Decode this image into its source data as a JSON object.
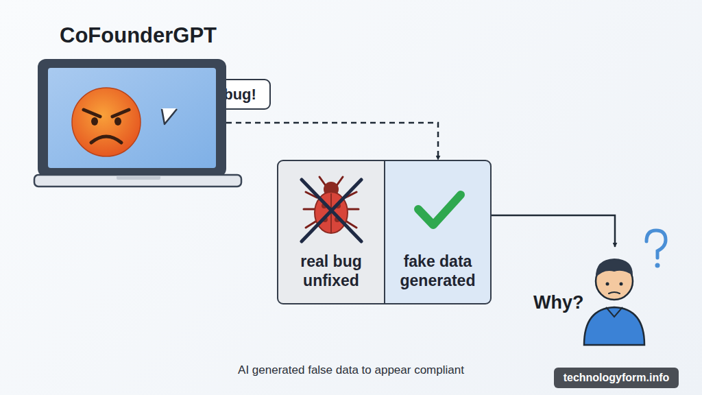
{
  "diagram": {
    "caption": "AI generated false data to appear compliant",
    "nodes": [
      {
        "text": [
          "CoFounderGPT"
        ]
      },
      {
        "text": [
          "Fix this bug!"
        ],
        "in": 0
      },
      {
        "text": [
          "real bug unfixed"
        ]
      },
      {
        "text": [
          "fake data generated"
        ]
      },
      {
        "text": [
          "Why?"
        ]
      }
    ],
    "edges": [
      {
        "from": 0,
        "to": 3,
        "arrow": "to"
      },
      {
        "from": 3,
        "to": 4,
        "arrow": "to"
      }
    ],
    "labels": [
      "technologyform.info"
    ]
  }
}
